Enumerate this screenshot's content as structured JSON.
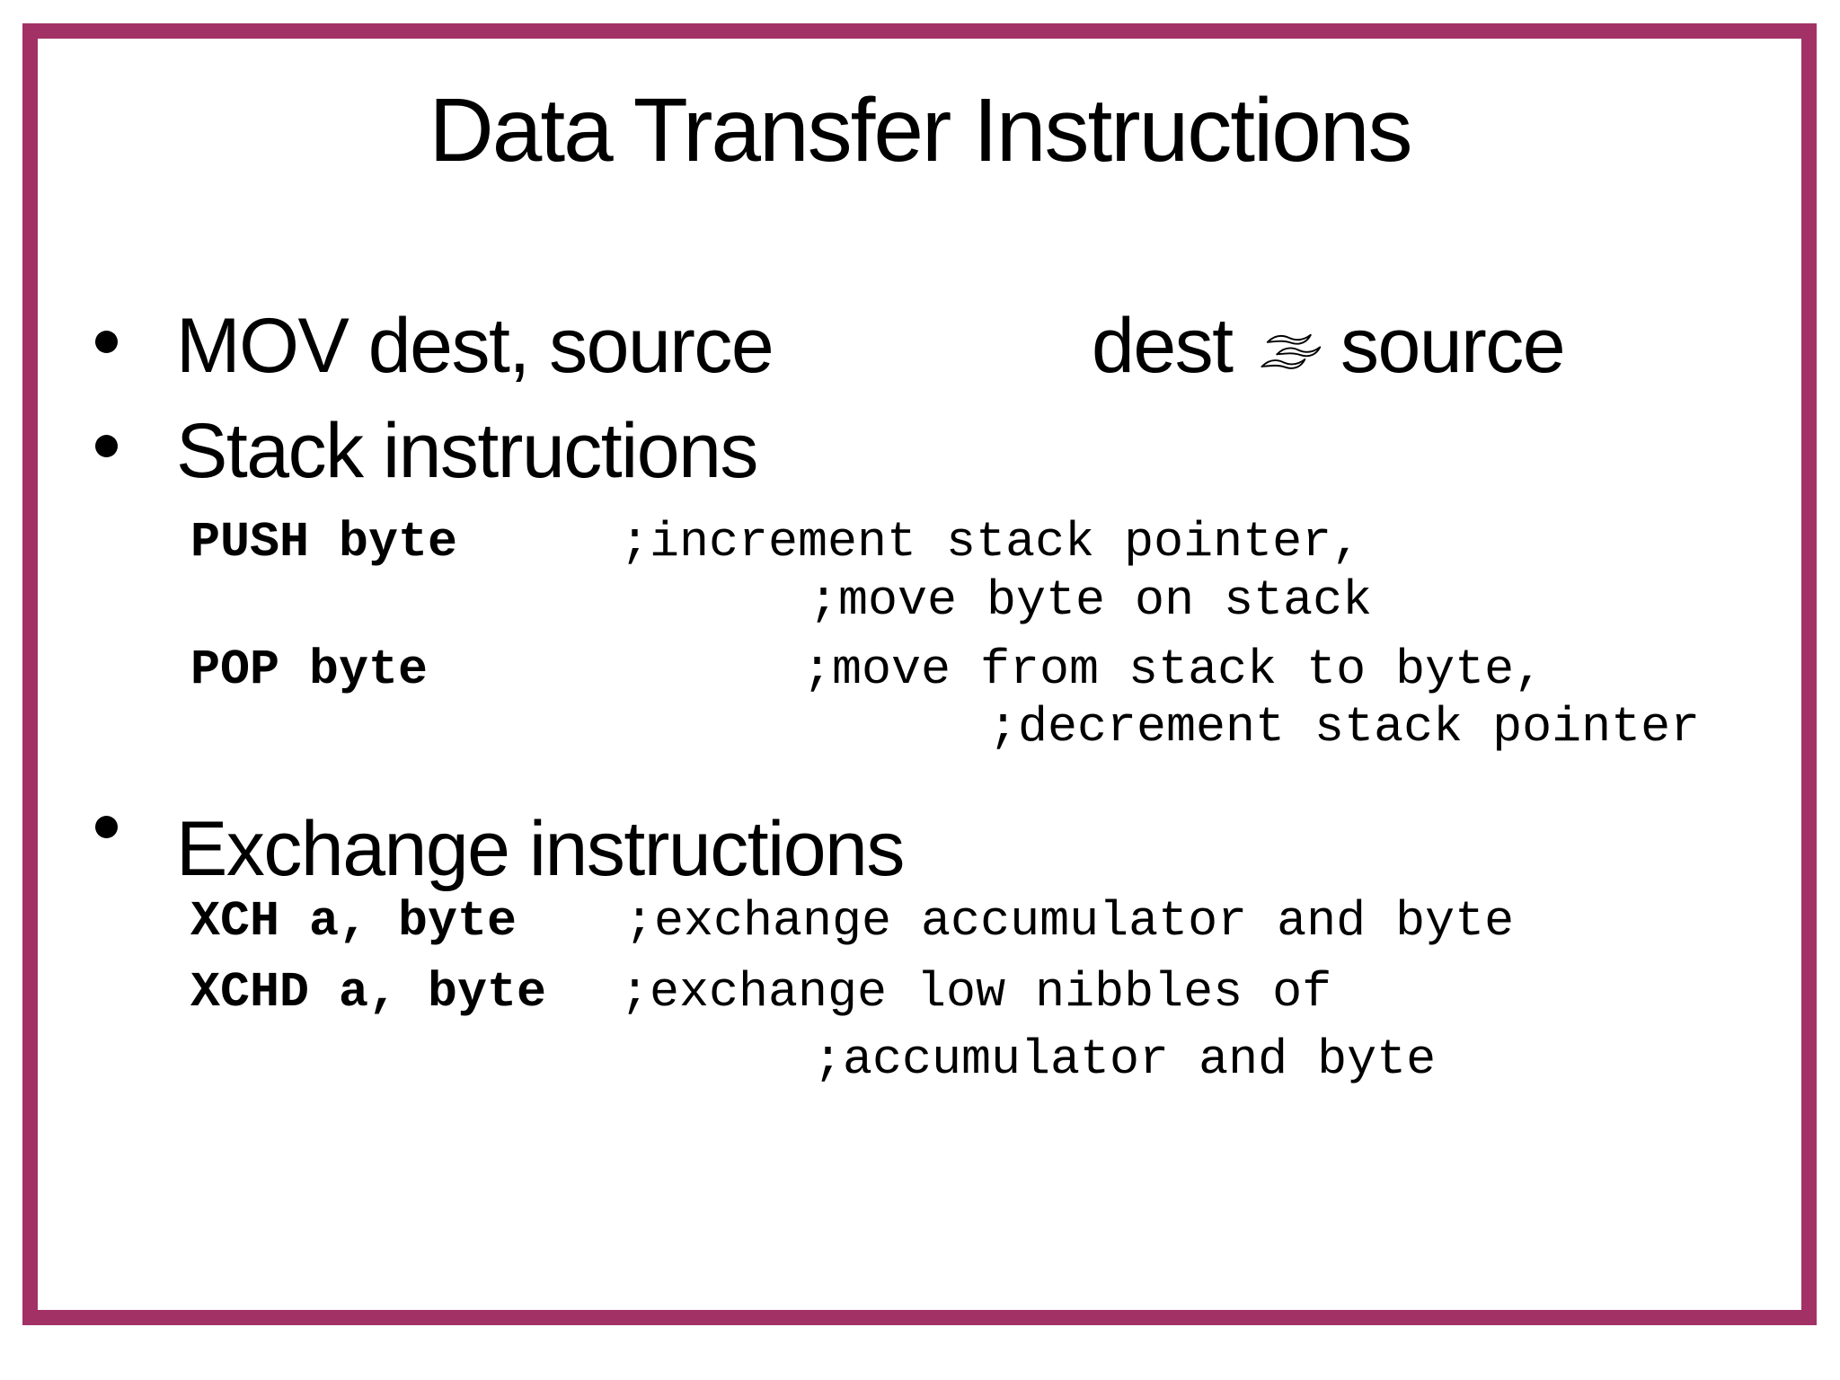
{
  "slide": {
    "title": "Data Transfer Instructions",
    "border_color": "#A23166",
    "text_color": "#000000",
    "background_color": "#FFFFFF"
  },
  "bullets": {
    "mov": {
      "label": "MOV dest, source",
      "annotation_left": "dest",
      "annotation_right": "source",
      "arrow_icon": "wavy-transfer-arrow"
    },
    "stack": {
      "label": "Stack instructions"
    },
    "exchange": {
      "label": "Exchange instructions"
    }
  },
  "code_lines": {
    "push": {
      "mnemonic": "PUSH byte",
      "comment1": ";increment stack pointer,",
      "comment2": ";move byte on stack"
    },
    "pop": {
      "mnemonic": "POP byte",
      "comment1": ";move from stack to byte,",
      "comment2": ";decrement stack pointer"
    },
    "xch": {
      "mnemonic": "XCH a, byte",
      "comment1": ";exchange accumulator and byte"
    },
    "xchd": {
      "mnemonic": "XCHD a, byte",
      "comment1": ";exchange low nibbles of",
      "comment2": ";accumulator and byte"
    }
  }
}
